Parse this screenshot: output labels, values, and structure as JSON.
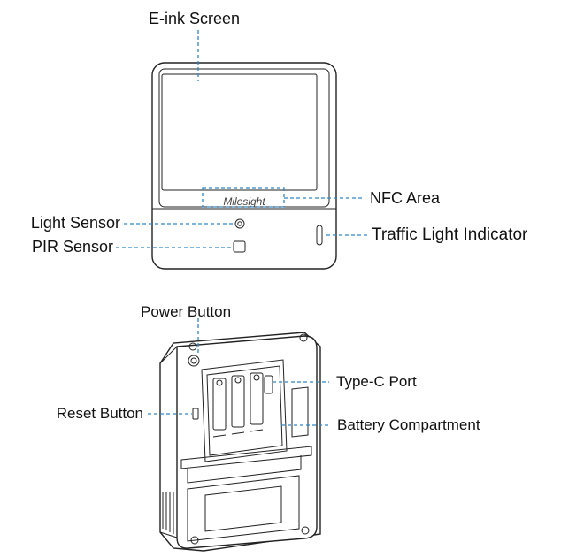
{
  "labels": {
    "eink": "E-ink Screen",
    "nfc": "NFC Area",
    "light": "Light Sensor",
    "pir": "PIR Sensor",
    "traffic": "Traffic Light Indicator",
    "power": "Power Button",
    "typec": "Type-C Port",
    "reset": "Reset Button",
    "battery": "Battery Compartment"
  },
  "brand": "Milesight",
  "colors": {
    "accent": "#2e86c9",
    "outline": "#222222"
  }
}
